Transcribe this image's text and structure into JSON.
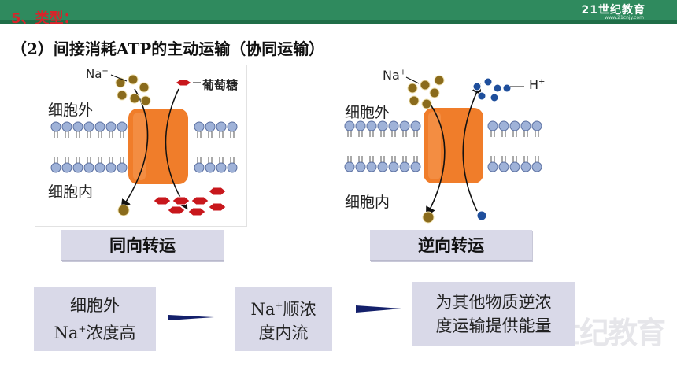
{
  "header": {
    "logo_text": "21世纪教育",
    "logo_sub": "www.21cnjy.com",
    "title": "5、类型：",
    "subtitle": "（2）间接消耗ATP的主动运输（协同运输）"
  },
  "diagrams": {
    "left": {
      "ion_label": "Na",
      "ion_sup": "+",
      "glucose_label": "葡萄糖",
      "outside_label": "细胞外",
      "inside_label": "细胞内",
      "caption": "同向转运"
    },
    "right": {
      "ion_label": "Na",
      "ion_sup": "+",
      "h_label": "H",
      "h_sup": "+",
      "outside_label": "细胞外",
      "inside_label": "细胞内",
      "caption": "逆向转运"
    }
  },
  "flow": {
    "box1_line1": "细胞外",
    "box1_line2_a": "Na",
    "box1_line2_sup": "+",
    "box1_line2_b": "浓度高",
    "box2_line1_a": "Na",
    "box2_line1_sup": "+",
    "box2_line1_b": "顺浓",
    "box2_line2": "度内流",
    "box3_line1": "为其他物质逆浓",
    "box3_line2": "度运输提供能量"
  },
  "colors": {
    "banner": "#2f8a5e",
    "title": "#d9232a",
    "protein": "#f07d2a",
    "na_particle": "#8a6b1c",
    "glucose": "#c8171c",
    "h_particle": "#1f4f9c",
    "box_fill": "#d9d9e8",
    "arrow": "#14206b"
  },
  "watermark": "世纪教育"
}
